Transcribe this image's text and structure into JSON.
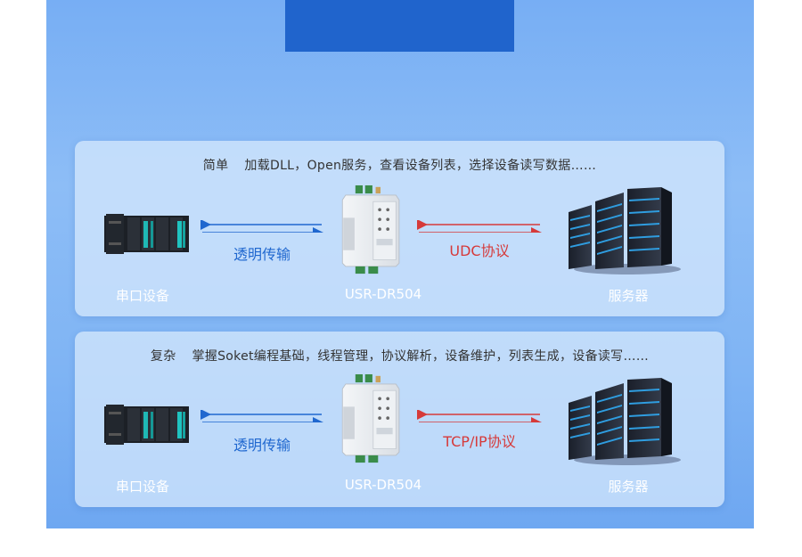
{
  "rows": [
    {
      "keyword": "简单",
      "description": "加载DLL，Open服务，查看设备列表，选择设备读写数据……",
      "left_device_label": "串口设备",
      "left_link_label": "透明传输",
      "center_device_label": "USR-DR504",
      "right_link_label": "UDC协议",
      "right_device_label": "服务器"
    },
    {
      "keyword": "复杂",
      "description": "掌握Soket编程基础，线程管理，协议解析，设备维护，列表生成，设备读写……",
      "left_device_label": "串口设备",
      "left_link_label": "透明传输",
      "center_device_label": "USR-DR504",
      "right_link_label": "TCP/IP协议",
      "right_device_label": "服务器"
    }
  ],
  "colors": {
    "blue_link": "#1f67cf",
    "red_link": "#d63a3a",
    "header_tab": "#2064cc"
  },
  "icons": [
    "plc-device-icon",
    "dr504-gateway-icon",
    "server-rack-icon"
  ]
}
